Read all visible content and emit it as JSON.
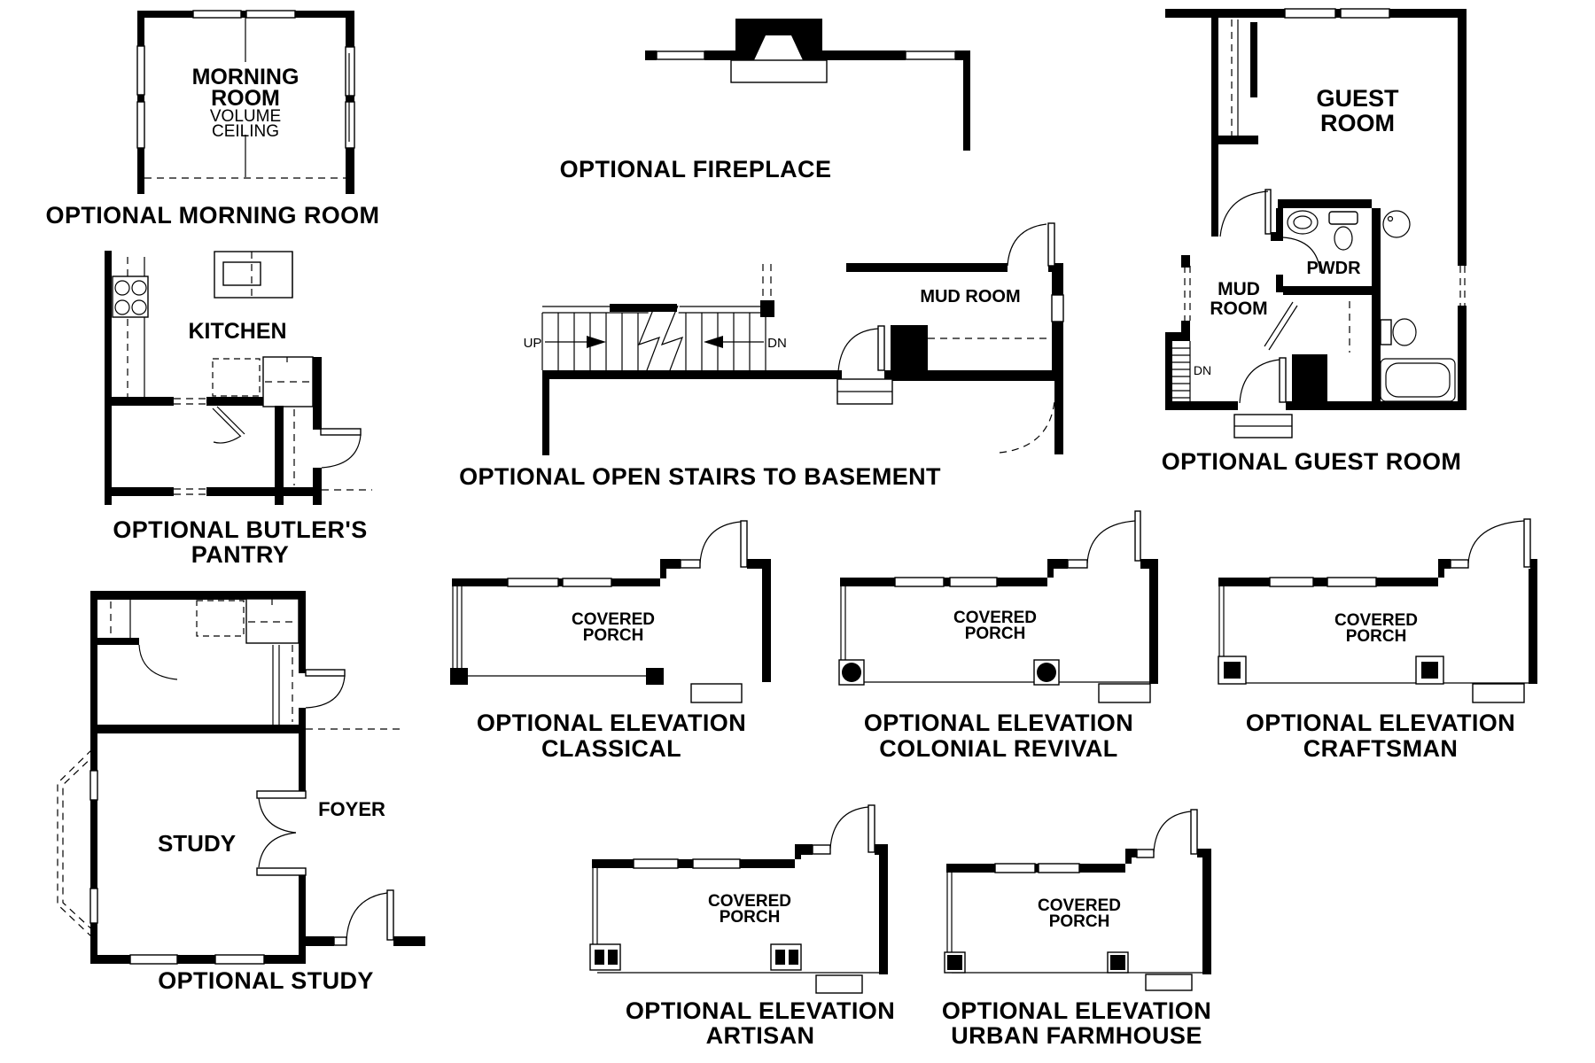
{
  "palette": {
    "ink": "#000000",
    "paper": "#ffffff"
  },
  "diagrams": {
    "morning_room": {
      "caption": "OPTIONAL MORNING ROOM",
      "room_name_line1": "MORNING",
      "room_name_line2": "ROOM",
      "note_line1": "VOLUME",
      "note_line2": "CEILING"
    },
    "fireplace": {
      "caption": "OPTIONAL FIREPLACE"
    },
    "butlers_pantry": {
      "caption_line1": "OPTIONAL BUTLER'S",
      "caption_line2": "PANTRY",
      "kitchen_label": "KITCHEN"
    },
    "open_stairs": {
      "caption": "OPTIONAL OPEN STAIRS TO BASEMENT",
      "up_label": "UP",
      "dn_label": "DN",
      "mud_room_label": "MUD ROOM"
    },
    "guest_room": {
      "caption": "OPTIONAL GUEST ROOM",
      "guest_line1": "GUEST",
      "guest_line2": "ROOM",
      "mud_line1": "MUD",
      "mud_line2": "ROOM",
      "pwdr_label": "PWDR",
      "dn_label": "DN"
    },
    "study": {
      "caption": "OPTIONAL STUDY",
      "study_label": "STUDY",
      "foyer_label": "FOYER"
    },
    "elevation_classical": {
      "caption_line1": "OPTIONAL ELEVATION",
      "caption_line2": "CLASSICAL",
      "porch_line1": "COVERED",
      "porch_line2": "PORCH"
    },
    "elevation_colonial": {
      "caption_line1": "OPTIONAL ELEVATION",
      "caption_line2": "COLONIAL REVIVAL",
      "porch_line1": "COVERED",
      "porch_line2": "PORCH"
    },
    "elevation_craftsman": {
      "caption_line1": "OPTIONAL ELEVATION",
      "caption_line2": "CRAFTSMAN",
      "porch_line1": "COVERED",
      "porch_line2": "PORCH"
    },
    "elevation_artisan": {
      "caption_line1": "OPTIONAL ELEVATION",
      "caption_line2": "ARTISAN",
      "porch_line1": "COVERED",
      "porch_line2": "PORCH"
    },
    "elevation_urban_farmhouse": {
      "caption_line1": "OPTIONAL ELEVATION",
      "caption_line2": "URBAN FARMHOUSE",
      "porch_line1": "COVERED",
      "porch_line2": "PORCH"
    }
  }
}
